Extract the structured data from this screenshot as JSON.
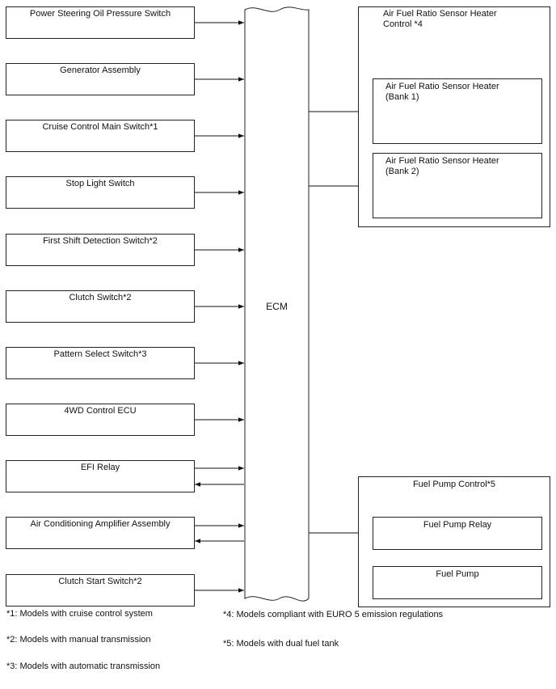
{
  "inputs": [
    {
      "label": "Power Steering Oil Pressure Switch"
    },
    {
      "label": "Generator Assembly"
    },
    {
      "label": "Cruise Control Main Switch*1"
    },
    {
      "label": "Stop Light Switch"
    },
    {
      "label": "First Shift Detection Switch*2"
    },
    {
      "label": "Clutch Switch*2"
    },
    {
      "label": "Pattern Select Switch*3"
    },
    {
      "label": "4WD Control ECU"
    },
    {
      "label": "EFI Relay"
    },
    {
      "label": "Air Conditioning Amplifier Assembly"
    },
    {
      "label": "Clutch Start Switch*2"
    }
  ],
  "ecm": {
    "label": "ECM"
  },
  "heater_group": {
    "title": "Air Fuel Ratio Sensor Heater\nControl *4",
    "bank1": "Air Fuel Ratio Sensor Heater\n(Bank 1)",
    "bank2": "Air Fuel Ratio Sensor Heater\n(Bank 2)"
  },
  "pump_group": {
    "title": "Fuel Pump Control*5",
    "relay": "Fuel Pump Relay",
    "pump": "Fuel Pump"
  },
  "notes": {
    "n1": "*1: Models with cruise control system",
    "n2": "*2: Models with manual transmission",
    "n3": "*3: Models with automatic transmission",
    "n4": "*4: Models compliant with EURO 5 emission regulations",
    "n5": "*5: Models with dual fuel tank"
  }
}
